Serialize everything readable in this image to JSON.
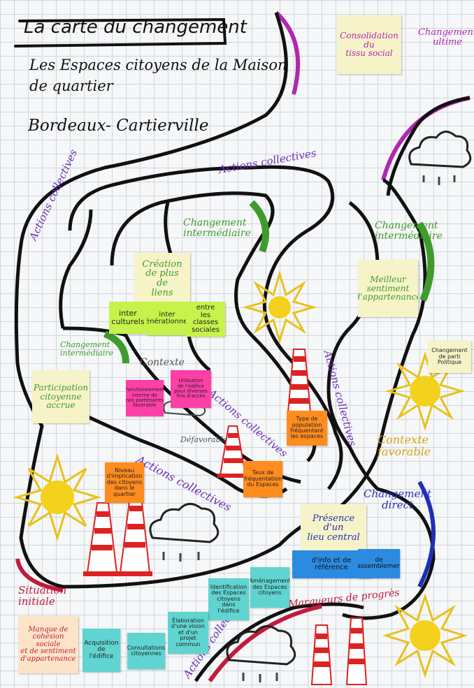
{
  "title": "La carte du changement",
  "subtitle_line1": "Les Espaces citoyens de la Maison",
  "subtitle_line2": "de quartier",
  "place": "Bordeaux- Cartierville",
  "labels": {
    "consolidation": "Consolidation\ndu\ntissu social",
    "changement_ultime": "Changement\nultime",
    "actions_top": "Actions collectives",
    "actions_left": "Actions collectives",
    "actions_mid": "Actions collectives",
    "actions_right": "Actions collectives",
    "actions_lower": "Actions collectives",
    "actions_bottom": "Actions collectives",
    "changement_inter_1": "Changement\nintermédiaire",
    "changement_inter_2": "Changement\nintermédiaire",
    "changement_inter_3": "Changement\nintermédiaire",
    "contexte": "Contexte",
    "defavorable": "Défavorable",
    "contexte_favorable": "Contexte favorable",
    "changement_direct": "Changement\ndirect",
    "situation_initiale": "Situation\ninitiale",
    "marqueurs": "Marqueurs de progrès"
  },
  "notes": {
    "creation_liens": "Création\nde plus\nde\nliens",
    "interculturels": "inter\nculturels",
    "intergenerationnels": "inter\ngénérationnels",
    "entre_classes": "entre\nles classes\nsociales",
    "meilleur_sentiment": "Meilleur\nsentiment\nd'appartenance",
    "participation": "Participation\ncitoyenne\naccrue",
    "fonctionnement": "Fonctionnement\ninterne de\nnos partenaires\nfavorable",
    "utilisation": "Utilisation\nde l'édifice\npour diverses\nfins d'accès",
    "changement_politique": "Changement\nde parti\nPolitique",
    "type_population": "Type de\npopulation\nfréquentant\nles espaces",
    "niveau_implication": "Niveau\nd'implication\ndes citoyens\ndans le\nquartier",
    "taux_frequentation": "Taux de\nfréquentation\ndu Espaces",
    "presence": "Présence\nd'un\nlieu central",
    "info_reference": "d'info et de référence",
    "rassemblement": "de\nrassemblement",
    "identification": "Identification\ndes Espaces\ncitoyens dans\nl'édifice",
    "amenagement": "Aménagement\ndes Espaces\ncitoyens",
    "elaboration": "Élaboration\nd'une vision\net d'un projet\ncommun",
    "acquisition": "Acquisition\nde\nl'édifice",
    "consultations": "Consultations\ncitoyennes",
    "manque": "Manque de\ncohésion sociale\net de sentiment\nd'appartenance"
  },
  "colors": {
    "path": "#111111",
    "actions": "#6a2fb5",
    "changement_inter": "#3f9c2c",
    "ultime": "#b028b0",
    "direct": "#1f2fb8",
    "situation": "#c21a3c",
    "contexte_fav": "#d6a51a",
    "note_yellow": "#f7f3c8",
    "note_lime": "#c6f24a",
    "note_pink": "#ff3fa8",
    "note_orange": "#ff8c1f",
    "note_blue": "#2b8be0",
    "note_teal": "#5fd4d0",
    "note_peach": "#fde4c8"
  },
  "icons": [
    "sun-icon",
    "cloud-rain-icon",
    "traffic-cone-icon"
  ]
}
